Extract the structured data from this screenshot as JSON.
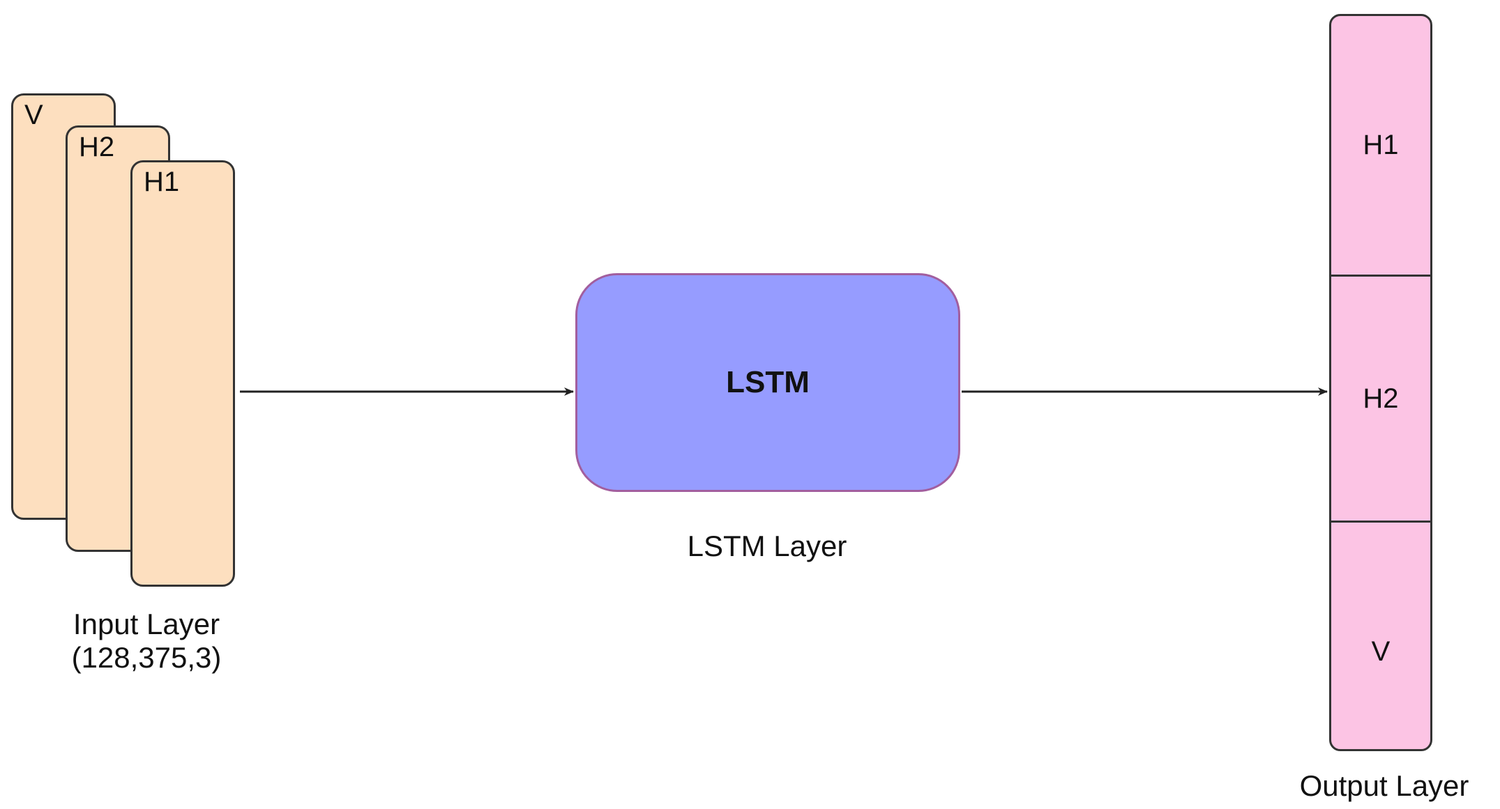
{
  "colors": {
    "input_fill": "#fddfbf",
    "lstm_fill": "#969cff",
    "output_fill": "#fcc4e4",
    "stroke": "#333333",
    "lstm_border": "#a25e9e"
  },
  "input_layer": {
    "cards": [
      {
        "label": "V"
      },
      {
        "label": "H2"
      },
      {
        "label": "H1"
      }
    ],
    "caption_line1": "Input Layer",
    "caption_line2": "(128,375,3)"
  },
  "lstm": {
    "box_label": "LSTM",
    "caption": "LSTM Layer"
  },
  "output_layer": {
    "cells": [
      {
        "label": "H1"
      },
      {
        "label": "H2"
      },
      {
        "label": "V"
      }
    ],
    "caption": "Output Layer"
  }
}
